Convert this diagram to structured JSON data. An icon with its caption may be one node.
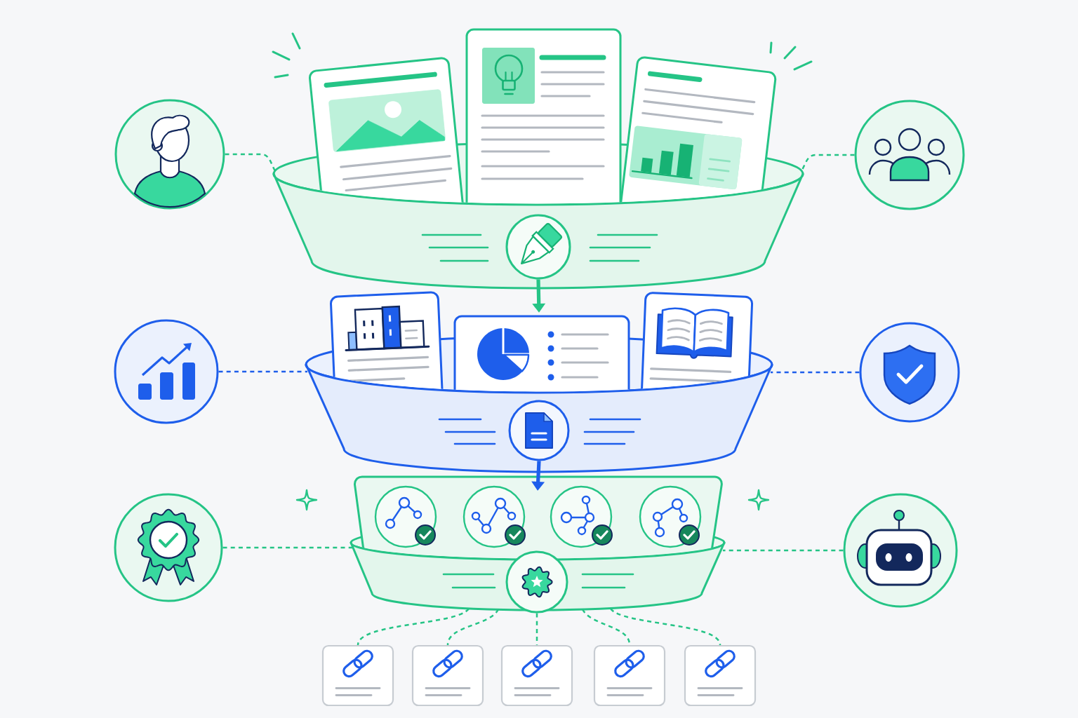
{
  "diagram": {
    "nodes": [
      {
        "text": [],
        "shape": "circle"
      },
      {
        "text": [],
        "shape": "funnel"
      },
      {
        "text": [],
        "shape": "circle",
        "in": 1
      },
      {
        "text": [],
        "shape": "circle"
      },
      {
        "text": [],
        "shape": "circle"
      },
      {
        "text": [],
        "shape": "funnel"
      },
      {
        "text": [],
        "shape": "circle",
        "in": 5
      },
      {
        "text": [],
        "shape": "circle"
      },
      {
        "text": [],
        "shape": "circle"
      },
      {
        "text": [],
        "shape": "funnel"
      },
      {
        "text": [],
        "shape": "circle"
      },
      {
        "text": [],
        "shape": "circle"
      },
      {
        "text": [],
        "shape": "box"
      },
      {
        "text": [],
        "shape": "box"
      },
      {
        "text": [],
        "shape": "box"
      },
      {
        "text": [],
        "shape": "box"
      },
      {
        "text": [],
        "shape": "box"
      }
    ],
    "edges": [
      {
        "from": 0,
        "to": 1,
        "arrow": "none",
        "style": "dashed"
      },
      {
        "from": 3,
        "to": 1,
        "arrow": "none",
        "style": "dashed"
      },
      {
        "from": 2,
        "to": 5,
        "arrow": "to",
        "style": "thick"
      },
      {
        "from": 4,
        "to": 5,
        "arrow": "none",
        "style": "dashed",
        "color": "#1e5eeb"
      },
      {
        "from": 7,
        "to": 5,
        "arrow": "none",
        "style": "dashed",
        "color": "#1e5eeb"
      },
      {
        "from": 6,
        "to": 9,
        "arrow": "to",
        "style": "thick",
        "color": "#1e5eeb"
      },
      {
        "from": 8,
        "to": 9,
        "arrow": "none",
        "style": "dashed"
      },
      {
        "from": 11,
        "to": 9,
        "arrow": "none",
        "style": "dashed"
      },
      {
        "from": 9,
        "to": 12,
        "arrow": "none",
        "style": "dashed"
      },
      {
        "from": 9,
        "to": 13,
        "arrow": "none",
        "style": "dashed"
      },
      {
        "from": 10,
        "to": 14,
        "arrow": "none",
        "style": "dashed"
      },
      {
        "from": 9,
        "to": 15,
        "arrow": "none",
        "style": "dashed"
      },
      {
        "from": 9,
        "to": 16,
        "arrow": "none",
        "style": "dashed"
      }
    ]
  }
}
